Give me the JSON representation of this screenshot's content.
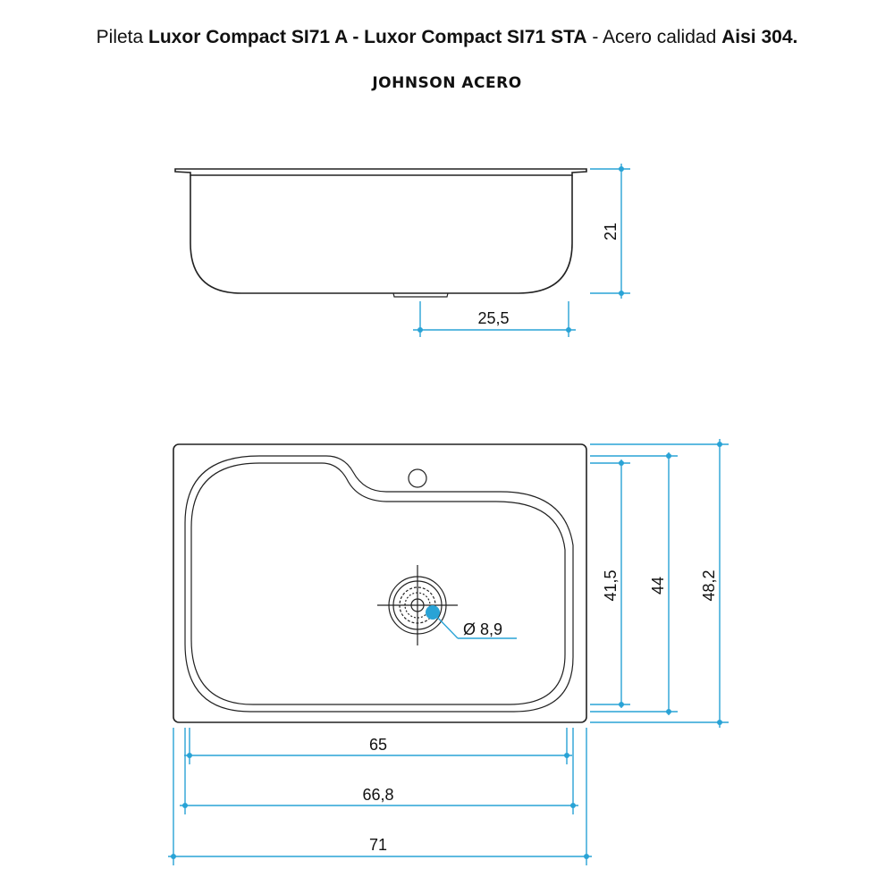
{
  "header": {
    "prefix": "Pileta ",
    "model_a": "Luxor Compact SI71 A - Luxor Compact SI71 STA",
    "middle": " - Acero calidad ",
    "material": "Aisi 304.",
    "brand": "JOHNSON ACERO"
  },
  "dimensions": {
    "depth": "21",
    "drain_offset": "25,5",
    "inner_height": "41,5",
    "mid_height": "44",
    "outer_height": "48,2",
    "drain_diameter": "Ø 8,9",
    "inner_width": "65",
    "mid_width": "66,8",
    "outer_width": "71"
  },
  "colors": {
    "dimension_line": "#29a3d6",
    "outline": "#222222"
  }
}
